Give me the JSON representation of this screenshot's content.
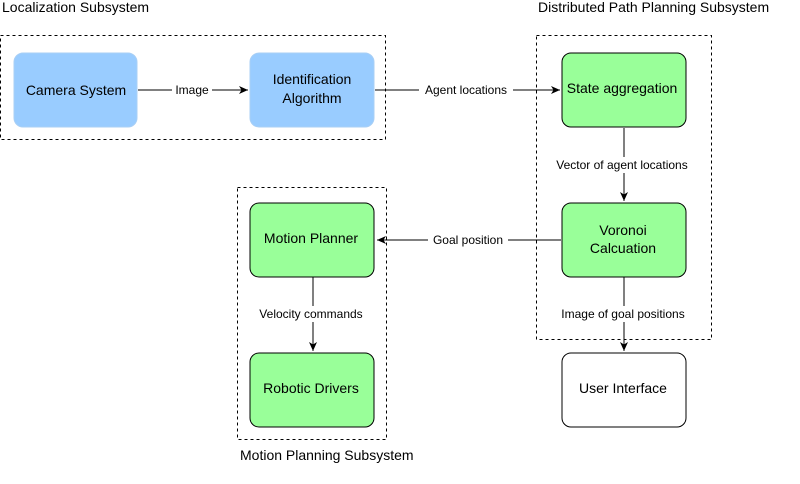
{
  "groups": {
    "localization": {
      "title": "Localization Subsystem"
    },
    "path_planning": {
      "title": "Distributed Path Planning Subsystem"
    },
    "motion_planning": {
      "title": "Motion Planning Subsystem"
    }
  },
  "nodes": {
    "camera": {
      "label": "Camera System",
      "fill": "#99ccff"
    },
    "identification": {
      "line1": "Identification",
      "line2": "Algorithm",
      "fill": "#99ccff"
    },
    "state_aggregation": {
      "label": "State aggregation",
      "fill": "#99ff99"
    },
    "voronoi": {
      "line1": "Voronoi",
      "line2": "Calcuation",
      "fill": "#99ff99"
    },
    "motion_planner": {
      "label": "Motion Planner",
      "fill": "#99ff99"
    },
    "robotic_drivers": {
      "label": "Robotic Drivers",
      "fill": "#99ff99"
    },
    "user_interface": {
      "label": "User Interface",
      "fill": "#ffffff"
    }
  },
  "edges": {
    "image": "Image",
    "agent_locations": "Agent locations",
    "vector_agent_locations": "Vector of agent locations",
    "goal_position": "Goal position",
    "velocity_commands": "Velocity commands",
    "image_goal_positions": "Image of goal positions"
  }
}
